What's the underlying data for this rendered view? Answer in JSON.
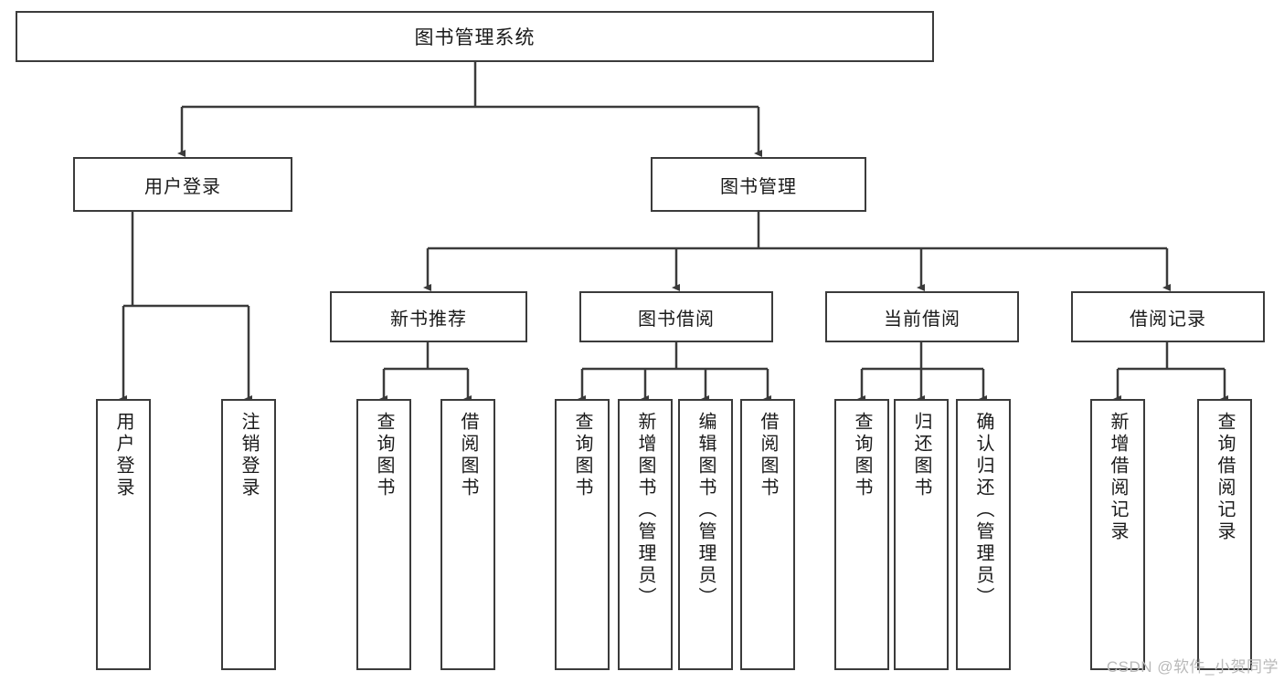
{
  "diagram": {
    "title": "图书管理系统",
    "root": {
      "label": "图书管理系统"
    },
    "level1": [
      {
        "label": "用户登录"
      },
      {
        "label": "图书管理"
      }
    ],
    "level2": [
      {
        "label": "新书推荐"
      },
      {
        "label": "图书借阅"
      },
      {
        "label": "当前借阅"
      },
      {
        "label": "借阅记录"
      }
    ],
    "leaves": [
      {
        "label": "用户登录"
      },
      {
        "label": "注销登录"
      },
      {
        "label": "查询图书"
      },
      {
        "label": "借阅图书"
      },
      {
        "label": "查询图书"
      },
      {
        "label": "新增图书（管理员）"
      },
      {
        "label": "编辑图书（管理员）"
      },
      {
        "label": "借阅图书"
      },
      {
        "label": "查询图书"
      },
      {
        "label": "归还图书"
      },
      {
        "label": "确认归还（管理员）"
      },
      {
        "label": "新增借阅记录"
      },
      {
        "label": "查询借阅记录"
      }
    ]
  },
  "watermark": {
    "text": "CSDN @软件_小贺同学"
  },
  "colors": {
    "stroke": "#3b3b3b",
    "background": "#ffffff",
    "text": "#1a1a1a",
    "watermark": "#b9b9b9"
  }
}
